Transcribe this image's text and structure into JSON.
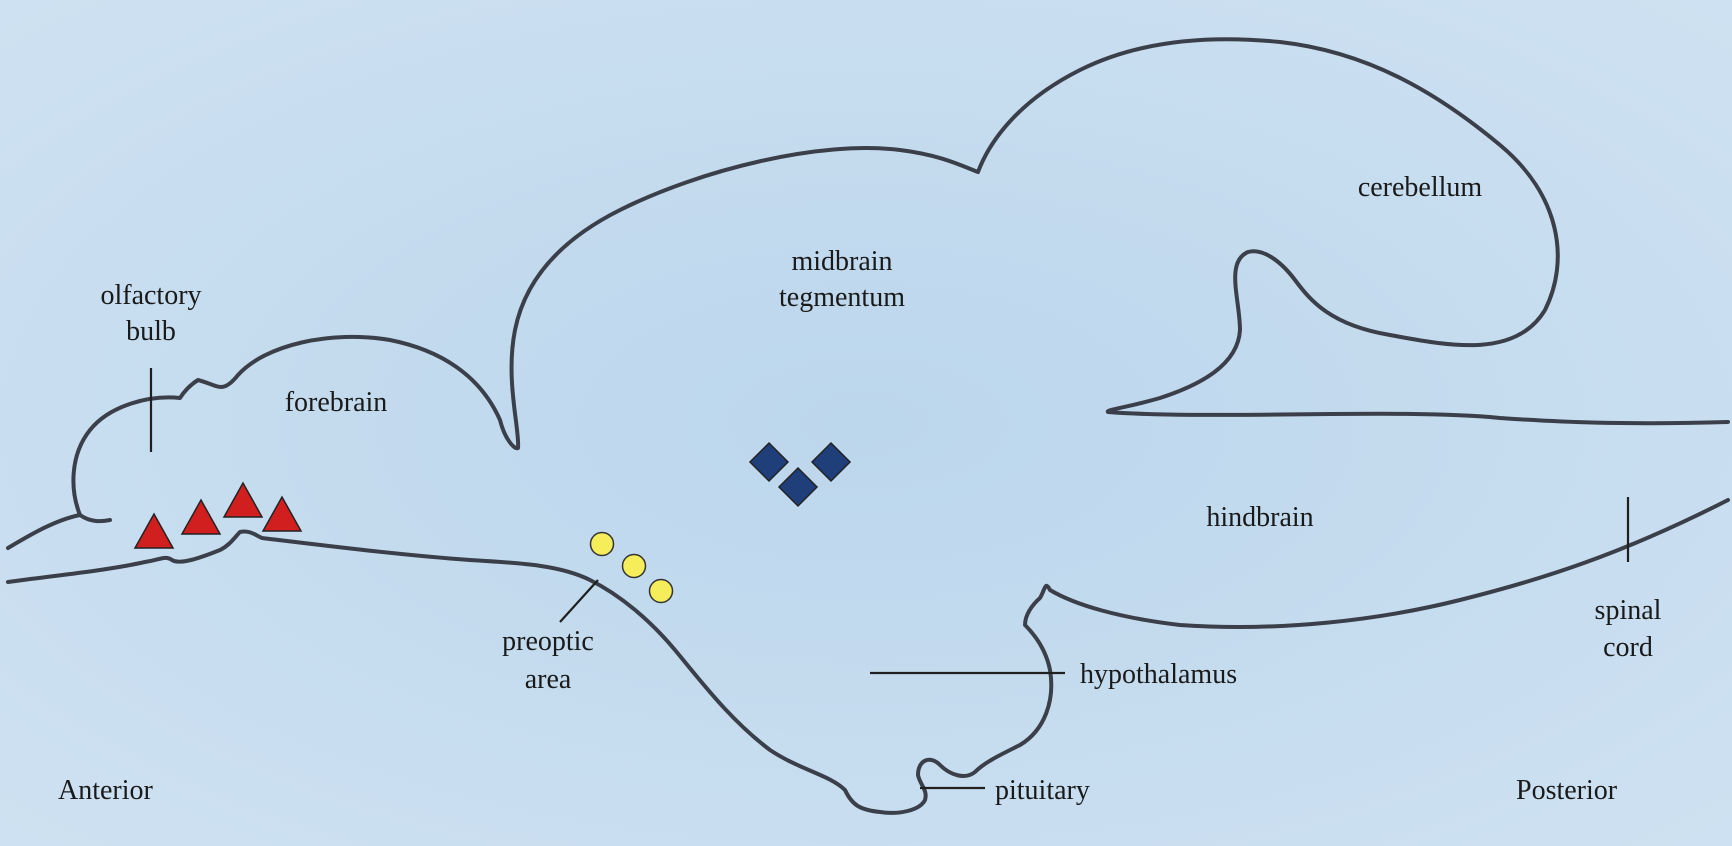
{
  "colors": {
    "background": "#bcd6ec",
    "background_edge": "#cfe2f2",
    "outline": "#3b3f4a",
    "triangle_marker": "#d11f1f",
    "circle_marker": "#f5ee5a",
    "diamond_marker": "#1e3f7a"
  },
  "regions": {
    "olfactory_bulb_line1": "olfactory",
    "olfactory_bulb_line2": "bulb",
    "forebrain": "forebrain",
    "midbrain_line1": "midbrain",
    "midbrain_line2": "tegmentum",
    "cerebellum": "cerebellum",
    "hindbrain": "hindbrain",
    "preoptic_line1": "preoptic",
    "preoptic_line2": "area",
    "hypothalamus": "hypothalamus",
    "pituitary": "pituitary",
    "spinal_cord_line1": "spinal",
    "spinal_cord_line2": "cord"
  },
  "orientation": {
    "anterior": "Anterior",
    "posterior": "Posterior"
  },
  "markers": {
    "triangles": {
      "count": 4,
      "shape": "triangle"
    },
    "circles": {
      "count": 3,
      "shape": "circle"
    },
    "diamonds": {
      "count": 3,
      "shape": "diamond"
    }
  }
}
